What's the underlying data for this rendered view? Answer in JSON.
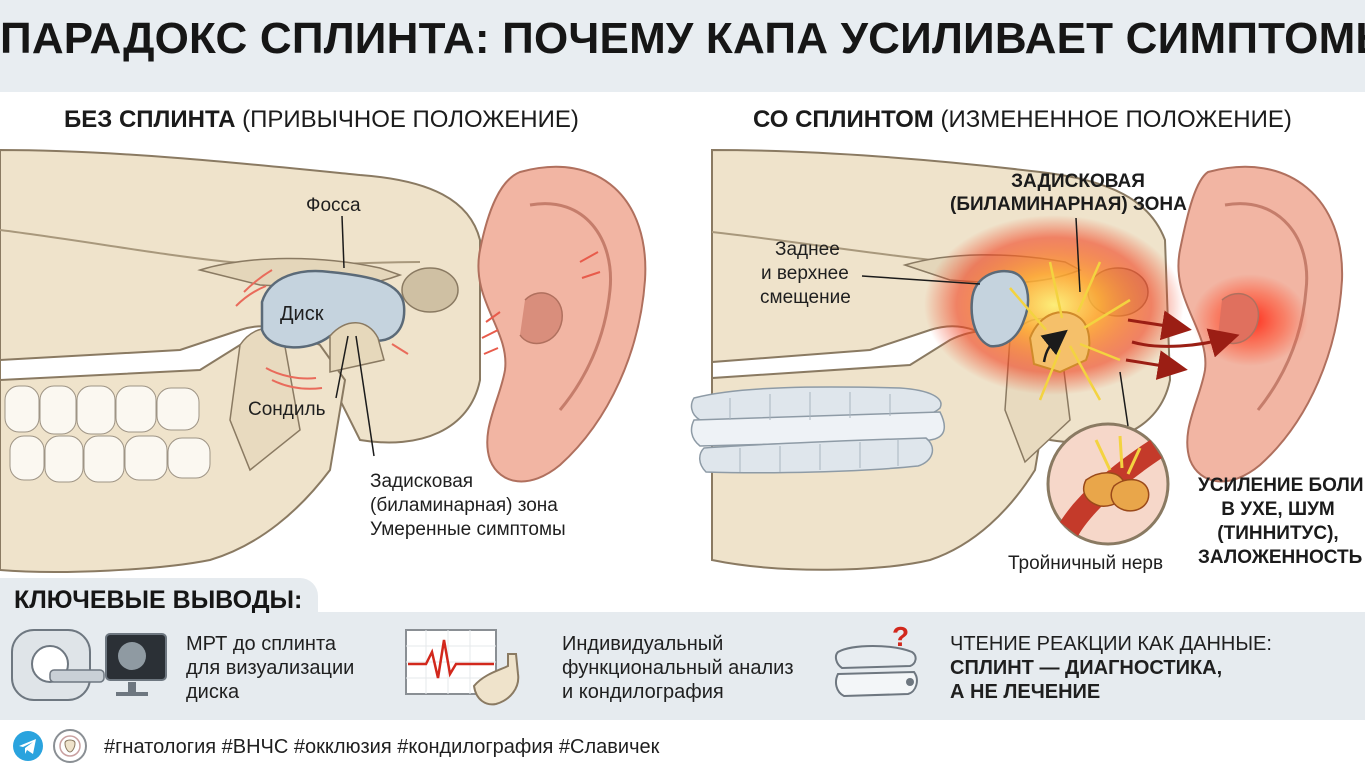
{
  "title": "ПАРАДОКС СПЛИНТА: ПОЧЕМУ КАПА УСИЛИВАЕТ СИМПТОМЫ",
  "left_panel": {
    "heading_bold": "БЕЗ СПЛИНТА",
    "heading_rest": " (ПРИВЫЧНОЕ ПОЛОЖЕНИЕ)",
    "labels": {
      "fossa": "Фосса",
      "disc": "Диск",
      "condyle": "Сондиль",
      "zone_line1": "Задисковая",
      "zone_line2": "(биламинарная) зона",
      "zone_line3": "Умеренные симптомы"
    }
  },
  "right_panel": {
    "heading_bold": "СО СПЛИНТОМ",
    "heading_rest": " (ИЗМЕНЕННОЕ ПОЛОЖЕНИЕ)",
    "labels": {
      "zone_line1": "ЗАДИСКОВАЯ",
      "zone_line2": "(БИЛАМИНАРНАЯ) ЗОНА",
      "shift_line1": "Заднее",
      "shift_line2": "и верхнее",
      "shift_line3": "смещение",
      "nerve": "Тройничный нерв",
      "pain_line1": "УСИЛЕНИЕ БОЛИ",
      "pain_line2": "В УХЕ, ШУМ",
      "pain_line3": "(ТИННИТУС),",
      "pain_line4": "ЗАЛОЖЕННОСТЬ"
    }
  },
  "key_findings": {
    "title": "КЛЮЧЕВЫЕ ВЫВОДЫ:",
    "items": [
      {
        "line1": "МРТ до сплинта",
        "line2": "для визуализации",
        "line3": "диска",
        "icon": "mri-scanner-icon"
      },
      {
        "line1": "Индивидуальный",
        "line2": "функциональный анализ",
        "line3": "и кондилография",
        "icon": "ecg-jaw-icon"
      },
      {
        "line1": "ЧТЕНИЕ РЕАКЦИИ КАК ДАННЫЕ:",
        "line2": "СПЛИНТ — ДИАГНОСТИКА,",
        "line3": "А НЕ ЛЕЧЕНИЕ",
        "icon": "splint-question-icon"
      }
    ]
  },
  "footer": {
    "hashtags": "#гнатология #ВНЧС #окклюзия #кондилография #Славичек"
  },
  "colors": {
    "bone": "#efe3cb",
    "skin": "#f2b5a3",
    "pain": "#e8331c",
    "panel": "#e6ebef",
    "disc": "#c5d3de"
  }
}
